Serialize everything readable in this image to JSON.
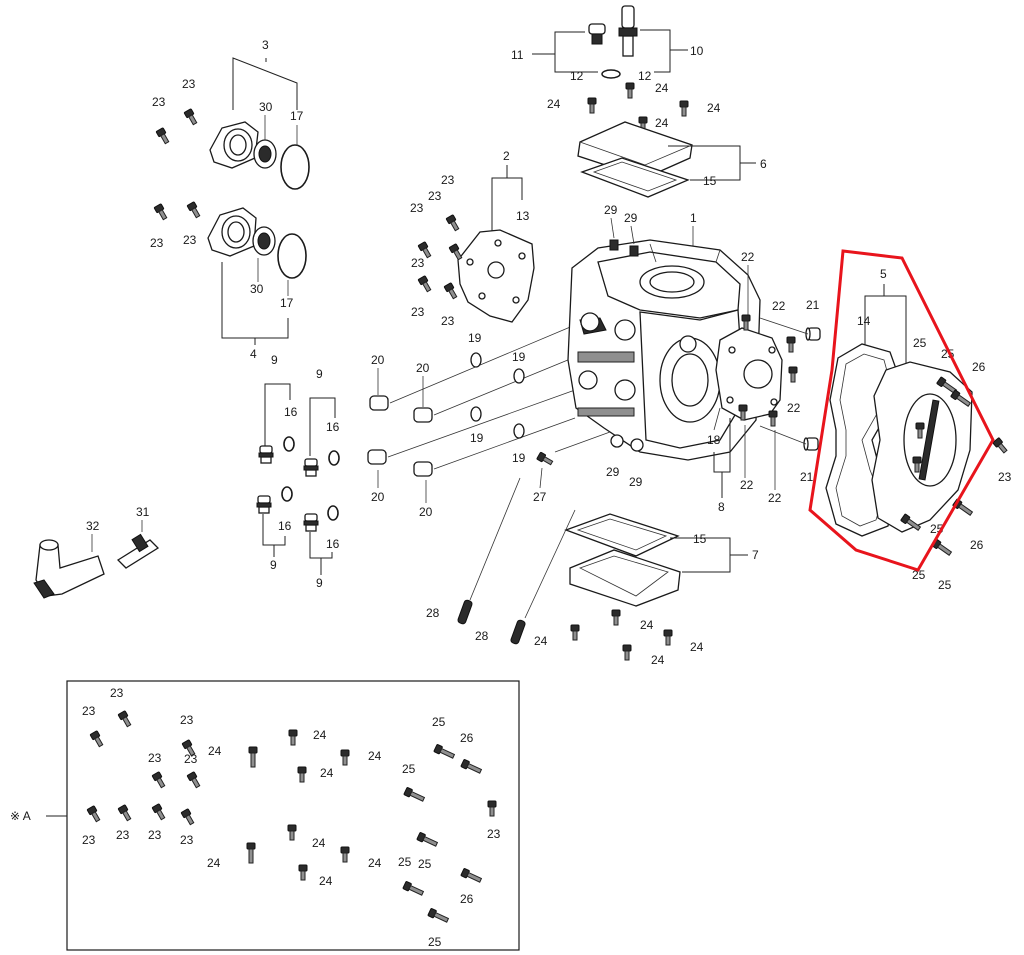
{
  "diagram": {
    "highlight_color": "#e8141c",
    "kit_label": "※ A",
    "labels": {
      "n1": "1",
      "n2": "2",
      "n3": "3",
      "n4": "4",
      "n5": "5",
      "n6": "6",
      "n7": "7",
      "n8": "8",
      "n9": "9",
      "n10": "10",
      "n11": "11",
      "n12": "12",
      "n13": "13",
      "n14": "14",
      "n15": "15",
      "n16": "16",
      "n17": "17",
      "n18": "18",
      "n19": "19",
      "n20": "20",
      "n21": "21",
      "n22": "22",
      "n23": "23",
      "n24": "24",
      "n25": "25",
      "n26": "26",
      "n27": "27",
      "n28": "28",
      "n29": "29",
      "n30": "30",
      "n31": "31",
      "n32": "32"
    },
    "icons": [
      "bolt-icon",
      "stud-icon",
      "o-ring-icon",
      "bearing-icon",
      "spark-plug-icon",
      "plug-cap-icon",
      "gasket-icon"
    ]
  }
}
